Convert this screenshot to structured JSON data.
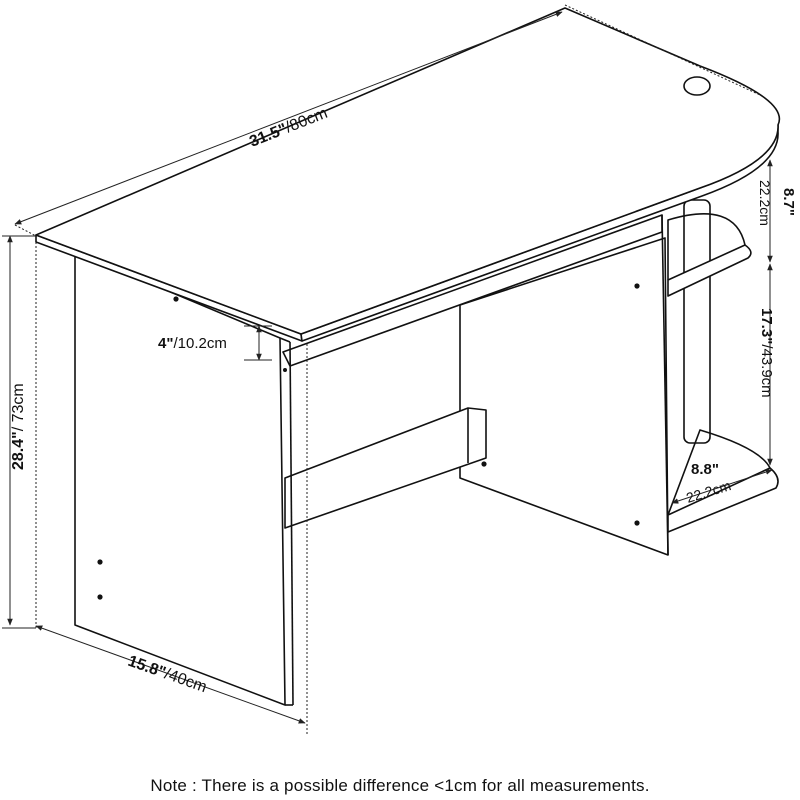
{
  "dimensions": {
    "width": {
      "imperial": "31.5\"",
      "metric": "/80cm"
    },
    "top_height": {
      "imperial": "4\"",
      "metric": "/10.2cm"
    },
    "height": {
      "imperial": "28.4\"",
      "metric": "/ 73cm"
    },
    "depth": {
      "imperial": "15.8\"",
      "metric": "/40cm"
    },
    "shelf_top_spacing": {
      "imperial": "8.7\"",
      "metric": "22.2cm"
    },
    "shelf_spacing": {
      "imperial": "17.3\"",
      "metric": "/43.9cm"
    },
    "shelf_depth": {
      "imperial": "8.8\"",
      "metric": "22.2cm"
    }
  },
  "note": "Note : There is a possible difference <1cm for all measurements.",
  "colors": {
    "line": "#111111",
    "dim_line": "#222222",
    "fill": "#ffffff"
  }
}
